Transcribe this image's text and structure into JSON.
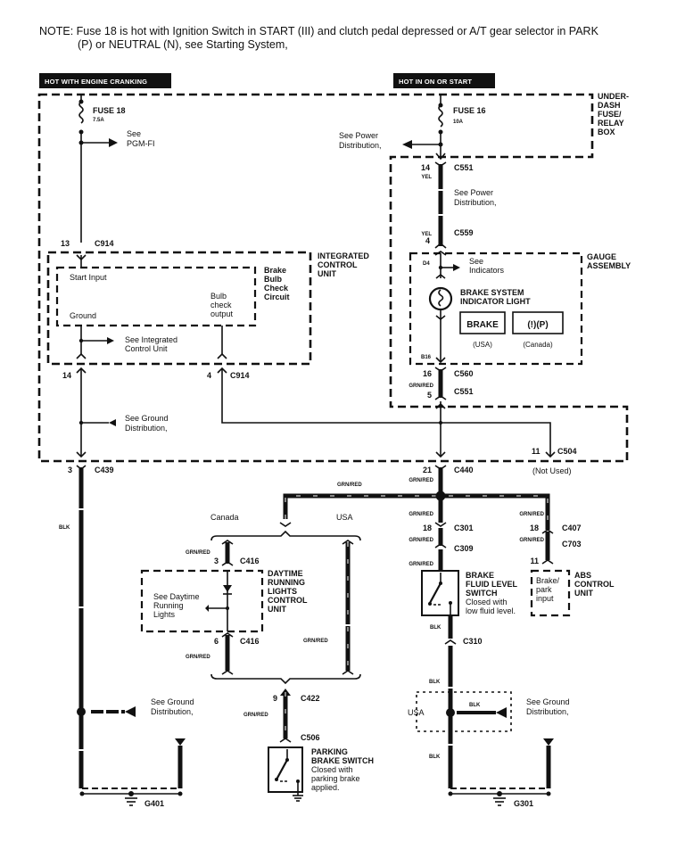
{
  "note": {
    "line1": "NOTE: Fuse 18 is hot with Ignition Switch in START (III) and clutch pedal depressed or A/T gear selector in PARK",
    "line2": "(P) or NEUTRAL (N), see Starting System,"
  },
  "power_labels": {
    "left": "HOT WITH ENGINE CRANKING",
    "right": "HOT IN ON OR START"
  },
  "fuse_box": {
    "label_lines": [
      "UNDER-",
      "DASH",
      "FUSE/",
      "RELAY",
      "BOX"
    ],
    "fuse18": {
      "name": "FUSE  18",
      "rating": "7.5A",
      "ref_lines": [
        "See",
        "PGM-FI"
      ]
    },
    "fuse16": {
      "name": "FUSE 16",
      "rating": "10A",
      "ref_lines": [
        "See Power",
        "Distribution,"
      ]
    }
  },
  "connectors": {
    "c914_top": {
      "pin": "13",
      "name": "C914"
    },
    "c914_left": {
      "pin": "14"
    },
    "c914_right": {
      "pin": "4",
      "name": "C914"
    },
    "c551_top": {
      "pin": "14",
      "wire": "YEL",
      "name": "C551"
    },
    "c559": {
      "pin": "4",
      "wire": "YEL",
      "name": "C559"
    },
    "c560": {
      "pin": "16",
      "name": "C560"
    },
    "c551_bot": {
      "pin": "5",
      "wire": "GRN/RED",
      "name": "C551"
    },
    "c504": {
      "pin": "11",
      "name": "C504",
      "note": "(Not Used)"
    },
    "c439": {
      "pin": "3",
      "name": "C439"
    },
    "c440": {
      "pin": "21",
      "wire": "GRN/RED",
      "name": "C440"
    },
    "c301": {
      "pin": "18",
      "name": "C301"
    },
    "c309": {
      "name": "C309"
    },
    "c407": {
      "pin": "18",
      "name": "C407"
    },
    "c703": {
      "pin": "11",
      "name": "C703"
    },
    "c416_top": {
      "pin": "3",
      "name": "C416"
    },
    "c416_bot": {
      "pin": "6",
      "name": "C416"
    },
    "c422": {
      "pin": "9",
      "name": "C422"
    },
    "c506": {
      "name": "C506"
    },
    "c310": {
      "name": "C310"
    }
  },
  "pmid_see_power": [
    "See Power",
    "Distribution,"
  ],
  "integrated_control_unit": {
    "label_lines": [
      "INTEGRATED",
      "CONTROL",
      "UNIT"
    ],
    "inner_label_lines": [
      "Brake",
      "Bulb",
      "Check",
      "Circuit"
    ],
    "start_input": "Start Input",
    "ground": "Ground",
    "bulb_output_lines": [
      "Bulb",
      "check",
      "output"
    ],
    "ref_lines": [
      "See Integrated",
      "Control Unit"
    ]
  },
  "ground_ref_upper": [
    "See Ground",
    "Distribution,"
  ],
  "gauge_assembly": {
    "label_lines": [
      "GAUGE",
      "ASSEMBLY"
    ],
    "pin_top": "D4",
    "pin_bottom": "B16",
    "ref_lines": [
      "See",
      "Indicators"
    ],
    "light_lines": [
      "BRAKE SYSTEM",
      "INDICATOR LIGHT"
    ],
    "usa_symbol": "BRAKE",
    "canada_symbol": "(!)(P)",
    "usa_caption": "(USA)",
    "canada_caption": "(Canada)"
  },
  "wire_colors": {
    "grn_red": "GRN/RED",
    "blk": "BLK",
    "yel": "YEL"
  },
  "branches": {
    "canada": "Canada",
    "usa": "USA"
  },
  "drl_unit": {
    "label_lines": [
      "DAYTIME",
      "RUNNING",
      "LIGHTS",
      "CONTROL",
      "UNIT"
    ],
    "ref_lines": [
      "See Daytime",
      "Running",
      "Lights"
    ]
  },
  "brake_fluid_switch": {
    "label_lines": [
      "BRAKE",
      "FLUID LEVEL",
      "SWITCH"
    ],
    "desc_lines": [
      "Closed with",
      "low fluid level."
    ]
  },
  "abs_unit": {
    "label_lines": [
      "ABS",
      "CONTROL",
      "UNIT"
    ],
    "inner_lines": [
      "Brake/",
      "park",
      "input"
    ]
  },
  "parking_brake_switch": {
    "label_lines": [
      "PARKING",
      "BRAKE SWITCH"
    ],
    "desc_lines": [
      "Closed with",
      "parking brake",
      "applied."
    ]
  },
  "ground_ref_left": [
    "See Ground",
    "Distribution,"
  ],
  "ground_ref_right": [
    "See Ground",
    "Distribution,"
  ],
  "usa_box_label": "USA",
  "grounds": {
    "left": "G401",
    "right": "G301"
  }
}
